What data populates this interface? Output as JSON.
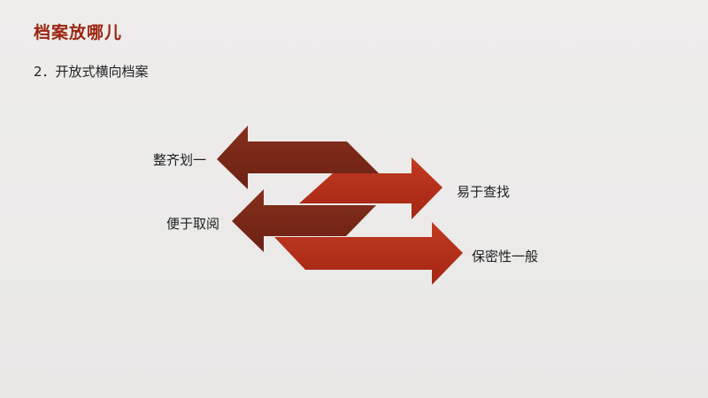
{
  "slide": {
    "title": "档案放哪儿",
    "subtitle": "2．开放式横向档案"
  },
  "diagram": {
    "labels": [
      "整齐划一",
      "易于查找",
      "便于取阅",
      "保密性一般"
    ]
  },
  "colors": {
    "title": "#9b2512",
    "arrow_dark": "#7a2616",
    "arrow_red": "#b02a17",
    "background": "#ebeae9"
  }
}
